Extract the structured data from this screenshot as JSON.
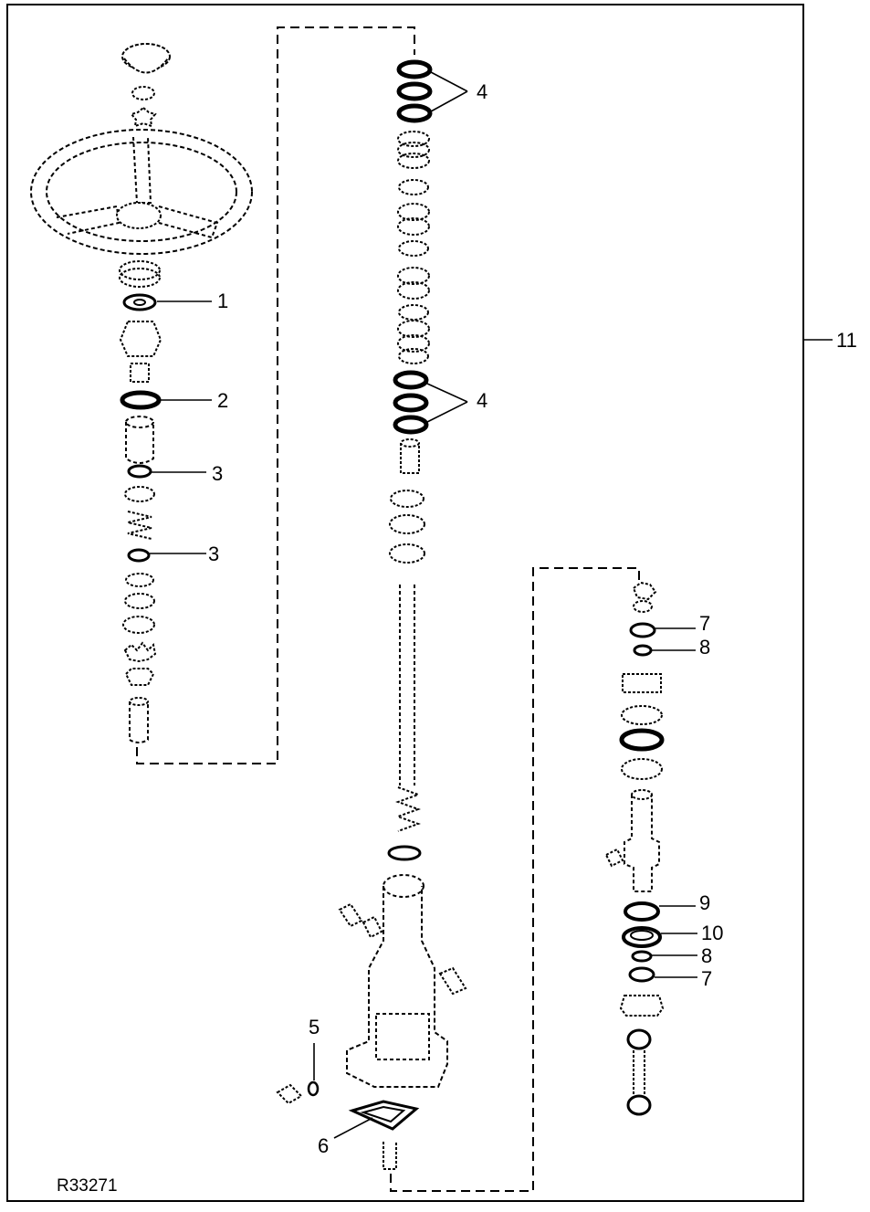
{
  "figure": {
    "reference": "R33271",
    "callouts": [
      "1",
      "2",
      "3",
      "3",
      "4",
      "4",
      "5",
      "6",
      "7",
      "8",
      "9",
      "10",
      "8",
      "7",
      "11"
    ]
  }
}
